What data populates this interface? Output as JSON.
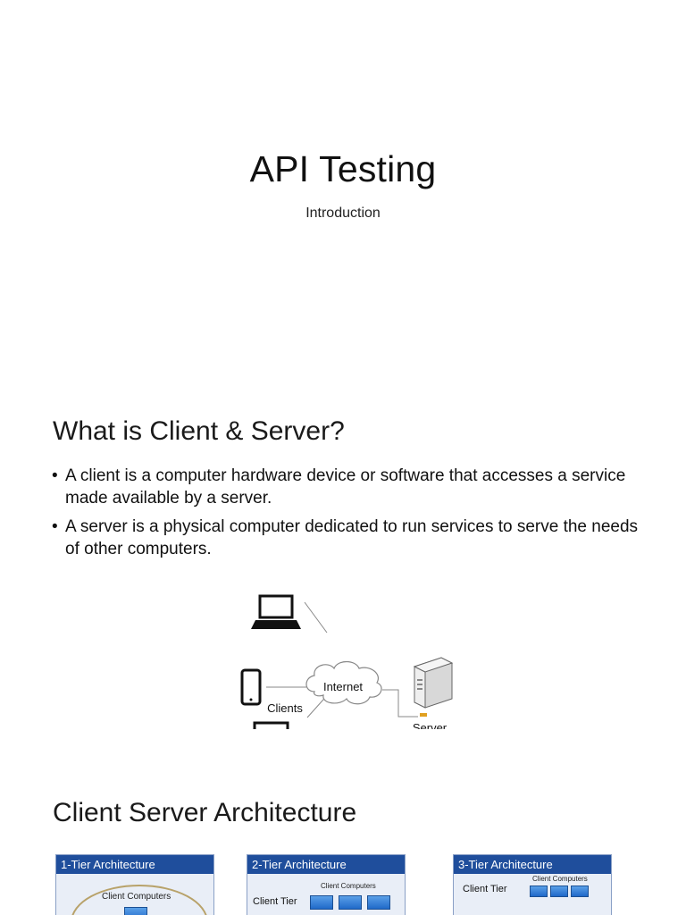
{
  "slides": {
    "title_slide": {
      "title": "API Testing",
      "subtitle": "Introduction"
    },
    "client_server_slide": {
      "heading": "What is Client & Server?",
      "bullets": [
        "A client is a computer hardware device or software that accesses a service made available by a server.",
        "A server is a physical computer dedicated to run services to serve the needs of other computers."
      ],
      "diagram": {
        "internet_label": "Internet",
        "clients_label": "Clients",
        "server_label": "Server",
        "icons": [
          "laptop-icon",
          "smartphone-icon",
          "desktop-computer-icon",
          "cloud-icon",
          "server-icon"
        ]
      }
    },
    "architecture_slide": {
      "heading": "Client Server Architecture",
      "tiers": [
        {
          "title": "1-Tier Architecture",
          "caption": "Client Computers"
        },
        {
          "title": "2-Tier Architecture",
          "caption": "Client Computers",
          "tier_label": "Client Tier"
        },
        {
          "title": "3-Tier Architecture",
          "caption": "Client Computers",
          "tier_label": "Client Tier"
        }
      ]
    }
  },
  "colors": {
    "tier_header": "#1f4e9c",
    "tier_body": "#e9eef7",
    "monitor_blue": "#2069c9"
  }
}
